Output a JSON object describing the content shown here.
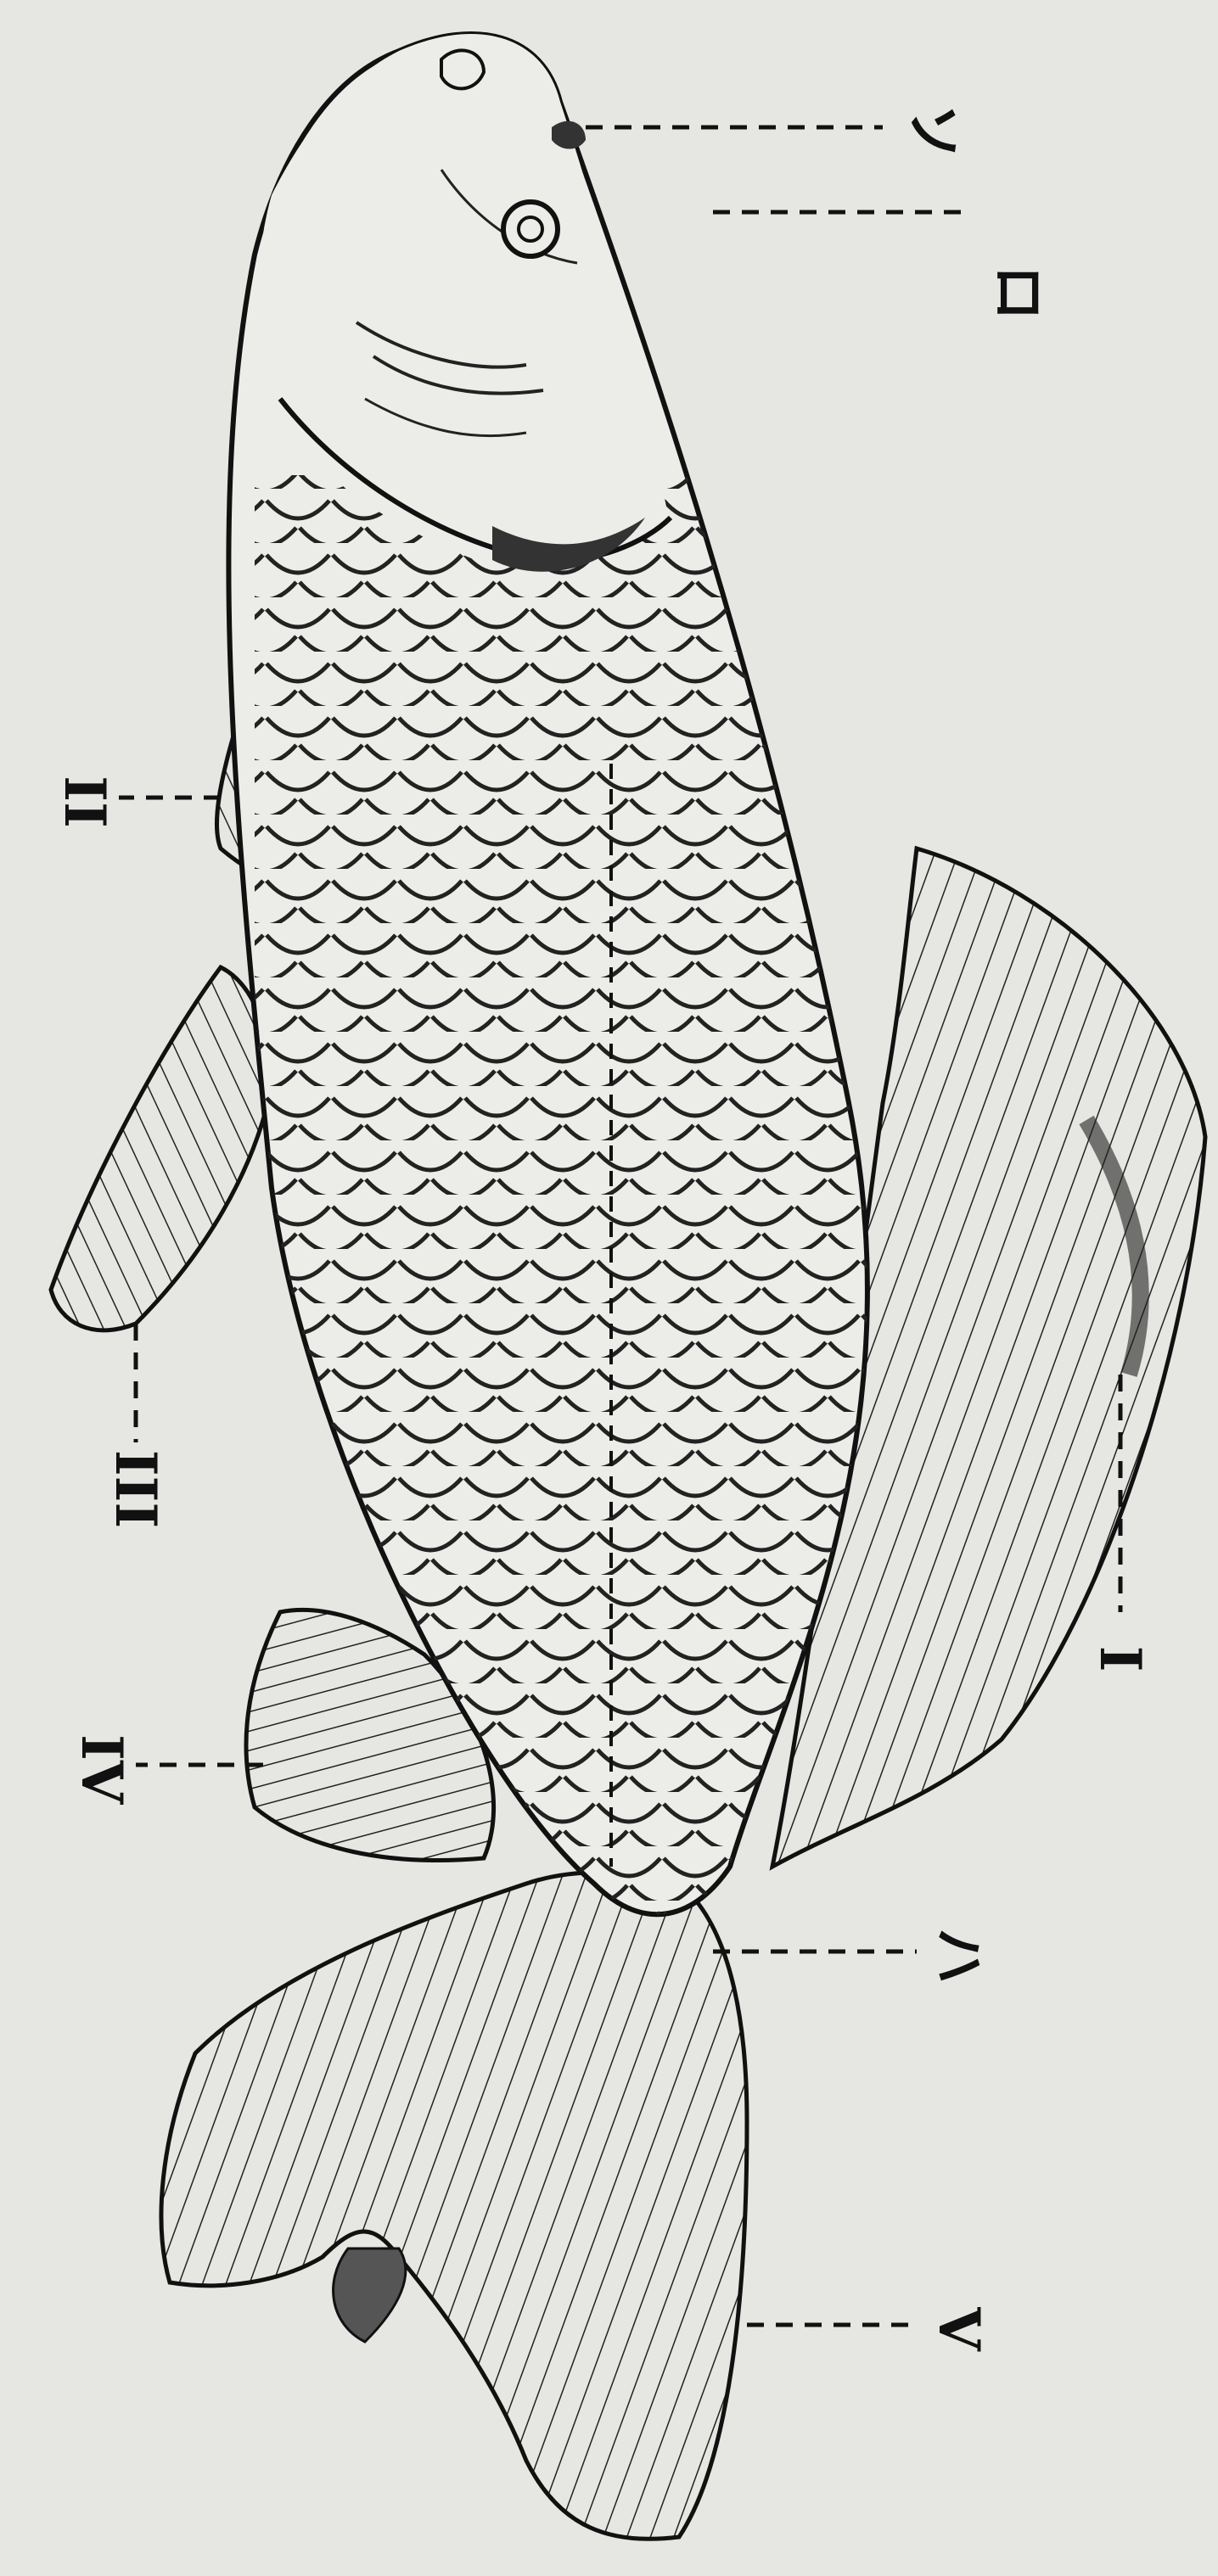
{
  "figure": {
    "labels": {
      "mouth_marker": "ソ",
      "eye_marker": "ロ",
      "pectoral_fin": "II",
      "pelvic_fin": "III",
      "anal_fin": "IV",
      "dorsal_fin": "I",
      "lateral_line": "ハ",
      "caudal_fin": "V"
    }
  }
}
